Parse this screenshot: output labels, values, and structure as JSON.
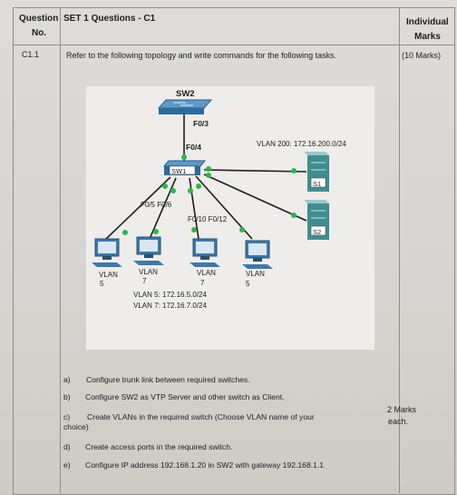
{
  "header": {
    "col1_line1": "Question",
    "col1_line2": "No.",
    "col2": "SET 1 Questions   - C1",
    "col3_line1": "Individual",
    "col3_line2": "Marks"
  },
  "question": {
    "number": "C1.1",
    "prompt": "Refer to the following topology and write commands for the following tasks.",
    "marks": "(10 Marks)"
  },
  "topology": {
    "sw2": "SW2",
    "sw1": "SW1",
    "port_f03": "F0/3",
    "port_f04": "F0/4",
    "vlan200": "VLAN 200: 172.16.200.0/24",
    "s1": "S1",
    "s2": "S2",
    "ports_left": "F0/5  F0/6",
    "ports_right": "F0/10   F0/12",
    "pcs": [
      {
        "vlan": "VLAN",
        "id": "5"
      },
      {
        "vlan": "VLAN",
        "id": "7"
      },
      {
        "vlan": "VLAN",
        "id": "7"
      },
      {
        "vlan": "VLAN",
        "id": "5"
      }
    ],
    "subnet5": "VLAN 5: 172.16.5.0/24",
    "subnet7": "VLAN 7: 172.16.7.0/24"
  },
  "tasks": [
    {
      "letter": "a)",
      "text": "Configure trunk link between required switches."
    },
    {
      "letter": "b)",
      "text": "Configure SW2 as VTP Server and other switch as Client."
    },
    {
      "letter": "c)",
      "text": "Create VLANs  in the required switch (Choose VLAN name of your",
      "cont": "choice)"
    },
    {
      "letter": "d)",
      "text": "Create access ports in the required switch."
    },
    {
      "letter": "e)",
      "text": "Configure IP address 192.168.1.20  in SW2 with gateway 192.168.1.1"
    }
  ],
  "task_marks_line1": "2 Marks",
  "task_marks_line2": "each.",
  "colors": {
    "link_green": "#2fb54a",
    "switch_blue": "#3f78a8",
    "server_teal": "#3f8e8f"
  }
}
